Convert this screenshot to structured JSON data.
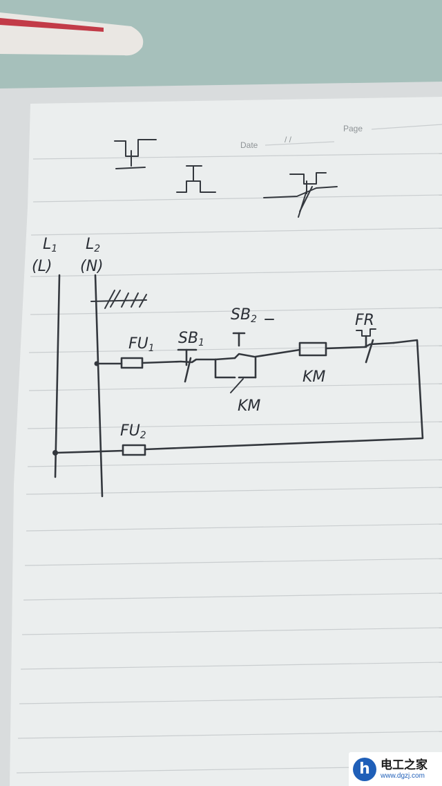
{
  "page": {
    "date_label": "Date",
    "date_slashes": "/      /",
    "page_label": "Page"
  },
  "diagram": {
    "labels": {
      "l1": "L",
      "l1_sub": "1",
      "l1_paren": "(L)",
      "l2": "L",
      "l2_sub": "2",
      "l2_paren": "(N)",
      "fu1": "FU",
      "fu1_sub": "1",
      "sb1": "SB",
      "sb1_sub": "1",
      "sb2": "SB",
      "sb2_sub": "2",
      "fr": "FR",
      "km_coil": "KM",
      "km_contact": "KM",
      "fu2": "FU",
      "fu2_sub": "2"
    }
  },
  "watermark": {
    "icon_glyph": "h",
    "name": "电工之家",
    "url": "www.dgzj.com",
    "accent": "#1f5fb8"
  }
}
